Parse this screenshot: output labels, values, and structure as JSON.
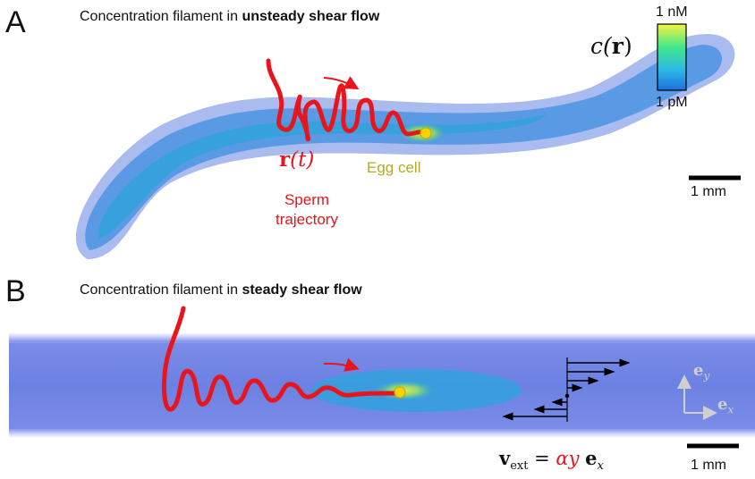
{
  "panel_a": {
    "letter": "A",
    "title_prefix": "Concentration filament in ",
    "title_bold": "unsteady shear flow",
    "colorbar": {
      "symbol_c": "c(",
      "symbol_r": "r",
      "symbol_close": ")",
      "max_label": "1 nM",
      "min_label": "1 pM",
      "colors": [
        "#f4f442",
        "#3fe88a",
        "#2bb8e6",
        "#1f6fe0"
      ]
    },
    "trajectory_symbol_r": "r",
    "trajectory_symbol_t": "(t)",
    "sperm_label_line1": "Sperm",
    "sperm_label_line2": "trajectory",
    "egg_label": "Egg cell",
    "scale_label": "1 mm"
  },
  "panel_b": {
    "letter": "B",
    "title_prefix": "Concentration filament in ",
    "title_bold": "steady shear flow",
    "velocity_lhs": "v",
    "velocity_sub": "ext",
    "velocity_eq": " = ",
    "velocity_alpha": "αy",
    "velocity_e": "e",
    "velocity_e_sub": "x",
    "axis_ey": "e",
    "axis_ey_sub": "y",
    "axis_ex": "e",
    "axis_ex_sub": "x",
    "scale_label": "1 mm"
  },
  "colors": {
    "trajectory": "#e8161c",
    "filament_outer": "#8da4ea",
    "filament_inner": "#2ea3dc",
    "egg": "#f5d400"
  }
}
